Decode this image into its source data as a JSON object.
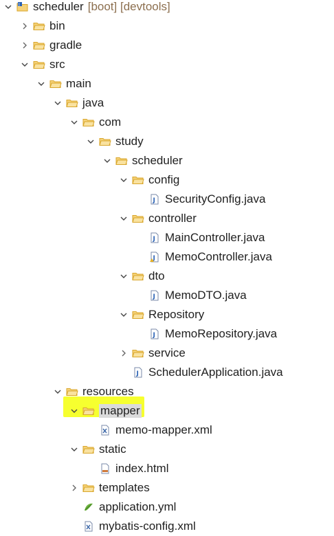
{
  "tree": [
    {
      "level": 0,
      "label": "scheduler",
      "decor": "[boot] [devtools]",
      "icon": "project-icon",
      "arrow": "expanded"
    },
    {
      "level": 1,
      "label": "bin",
      "icon": "folder-icon",
      "arrow": "collapsed"
    },
    {
      "level": 1,
      "label": "gradle",
      "icon": "folder-icon",
      "arrow": "collapsed"
    },
    {
      "level": 1,
      "label": "src",
      "icon": "folder-icon",
      "arrow": "expanded"
    },
    {
      "level": 2,
      "label": "main",
      "icon": "folder-icon",
      "arrow": "expanded"
    },
    {
      "level": 3,
      "label": "java",
      "icon": "folder-icon",
      "arrow": "expanded"
    },
    {
      "level": 4,
      "label": "com",
      "icon": "folder-icon",
      "arrow": "expanded"
    },
    {
      "level": 5,
      "label": "study",
      "icon": "folder-icon",
      "arrow": "expanded"
    },
    {
      "level": 6,
      "label": "scheduler",
      "icon": "folder-icon",
      "arrow": "expanded"
    },
    {
      "level": 7,
      "label": "config",
      "icon": "folder-icon",
      "arrow": "expanded"
    },
    {
      "level": 8,
      "label": "SecurityConfig.java",
      "icon": "java-file-icon",
      "arrow": "none"
    },
    {
      "level": 7,
      "label": "controller",
      "icon": "folder-icon",
      "arrow": "expanded"
    },
    {
      "level": 8,
      "label": "MainController.java",
      "icon": "java-file-icon",
      "arrow": "none"
    },
    {
      "level": 8,
      "label": "MemoController.java",
      "icon": "java-file-warning-icon",
      "arrow": "none"
    },
    {
      "level": 7,
      "label": "dto",
      "icon": "folder-icon",
      "arrow": "expanded"
    },
    {
      "level": 8,
      "label": "MemoDTO.java",
      "icon": "java-file-icon",
      "arrow": "none"
    },
    {
      "level": 7,
      "label": "Repository",
      "icon": "folder-icon",
      "arrow": "expanded"
    },
    {
      "level": 8,
      "label": "MemoRepository.java",
      "icon": "java-file-icon",
      "arrow": "none"
    },
    {
      "level": 7,
      "label": "service",
      "icon": "folder-icon",
      "arrow": "collapsed"
    },
    {
      "level": 7,
      "label": "SchedulerApplication.java",
      "icon": "java-file-icon",
      "arrow": "none"
    },
    {
      "level": 3,
      "label": "resources",
      "icon": "folder-icon",
      "arrow": "expanded"
    },
    {
      "level": 4,
      "label": "mapper",
      "icon": "folder-icon",
      "arrow": "expanded",
      "selected": true
    },
    {
      "level": 5,
      "label": "memo-mapper.xml",
      "icon": "xml-file-icon",
      "arrow": "none"
    },
    {
      "level": 4,
      "label": "static",
      "icon": "folder-icon",
      "arrow": "expanded"
    },
    {
      "level": 5,
      "label": "index.html",
      "icon": "html-file-icon",
      "arrow": "none"
    },
    {
      "level": 4,
      "label": "templates",
      "icon": "folder-icon",
      "arrow": "collapsed"
    },
    {
      "level": 4,
      "label": "application.yml",
      "icon": "yml-file-icon",
      "arrow": "none"
    },
    {
      "level": 4,
      "label": "mybatis-config.xml",
      "icon": "xml-file-icon",
      "arrow": "none"
    }
  ],
  "highlight_color": "#f6ff2f",
  "folder_color": "#d9a62a",
  "java_icon_color": "#2a62b5"
}
